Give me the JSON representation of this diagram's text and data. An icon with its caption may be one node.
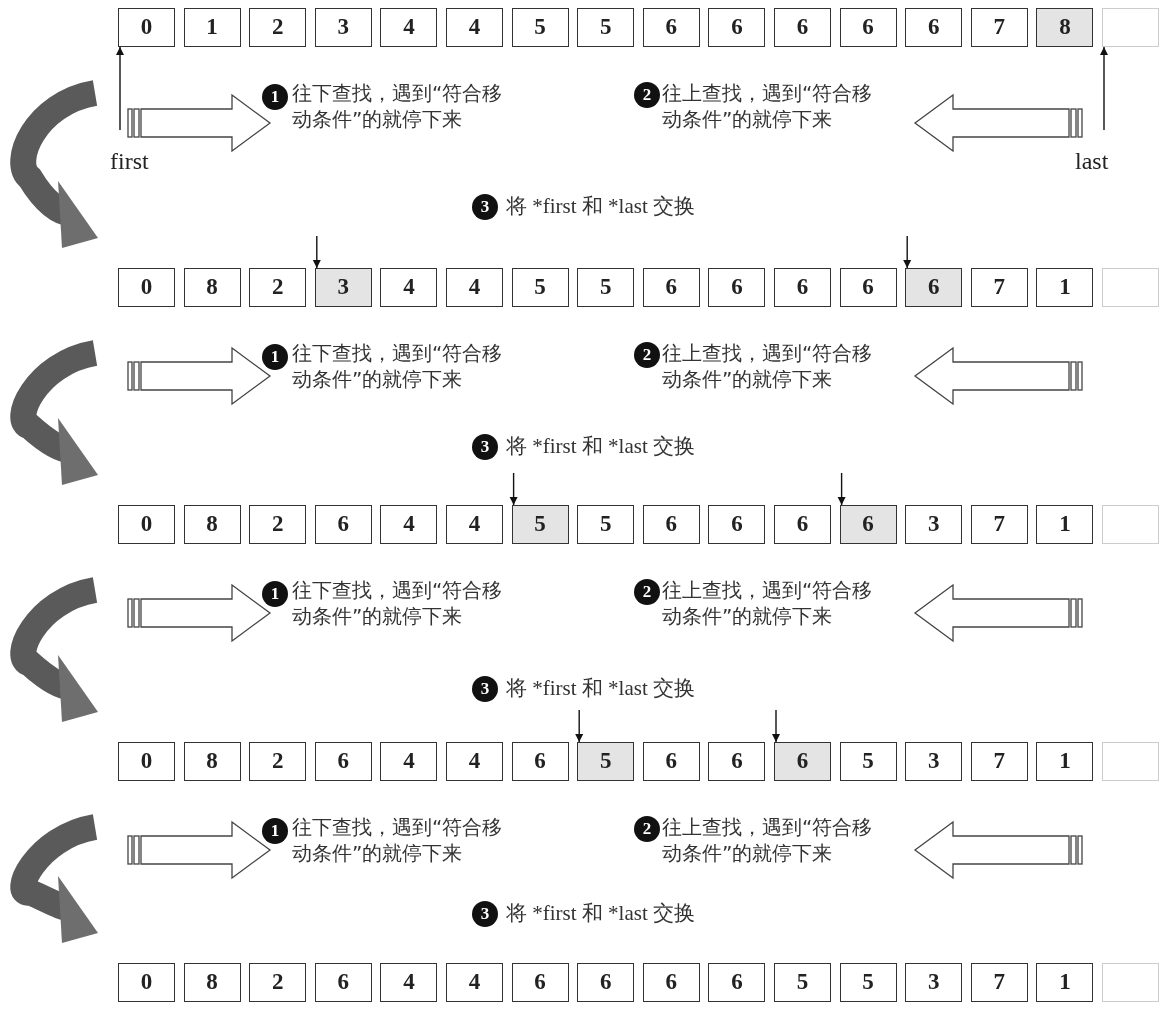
{
  "diagram": {
    "nodes": [
      {
        "text": [
          "0"
        ]
      },
      {
        "text": [
          "1"
        ]
      },
      {
        "text": [
          "2"
        ]
      },
      {
        "text": [
          "3"
        ]
      },
      {
        "text": [
          "4"
        ]
      },
      {
        "text": [
          "4"
        ]
      },
      {
        "text": [
          "5"
        ]
      },
      {
        "text": [
          "5"
        ]
      },
      {
        "text": [
          "6"
        ]
      },
      {
        "text": [
          "6"
        ]
      },
      {
        "text": [
          "6"
        ]
      },
      {
        "text": [
          "6"
        ]
      },
      {
        "text": [
          "6"
        ]
      },
      {
        "text": [
          "7"
        ]
      },
      {
        "text": [
          "8"
        ]
      },
      {
        "text": [],
        "shape": "box"
      },
      {
        "text": [
          "first"
        ]
      },
      {
        "text": [
          "last"
        ]
      },
      {
        "text": [
          "0"
        ]
      },
      {
        "text": [
          "8"
        ]
      },
      {
        "text": [
          "2"
        ]
      },
      {
        "text": [
          "3"
        ]
      },
      {
        "text": [
          "4"
        ]
      },
      {
        "text": [
          "4"
        ]
      },
      {
        "text": [
          "5"
        ]
      },
      {
        "text": [
          "5"
        ]
      },
      {
        "text": [
          "6"
        ]
      },
      {
        "text": [
          "6"
        ]
      },
      {
        "text": [
          "6"
        ]
      },
      {
        "text": [
          "6"
        ]
      },
      {
        "text": [
          "6"
        ]
      },
      {
        "text": [
          "7"
        ]
      },
      {
        "text": [
          "1"
        ]
      },
      {
        "text": [],
        "shape": "box"
      },
      {
        "text": [
          "0"
        ]
      },
      {
        "text": [
          "8"
        ]
      },
      {
        "text": [
          "2"
        ]
      },
      {
        "text": [
          "6"
        ]
      },
      {
        "text": [
          "4"
        ]
      },
      {
        "text": [
          "4"
        ]
      },
      {
        "text": [
          "5"
        ]
      },
      {
        "text": [
          "5"
        ]
      },
      {
        "text": [
          "6"
        ]
      },
      {
        "text": [
          "6"
        ]
      },
      {
        "text": [
          "6"
        ]
      },
      {
        "text": [
          "6"
        ]
      },
      {
        "text": [
          "3"
        ]
      },
      {
        "text": [
          "7"
        ]
      },
      {
        "text": [
          "1"
        ]
      },
      {
        "text": [],
        "shape": "box"
      },
      {
        "text": [
          "0"
        ]
      },
      {
        "text": [
          "8"
        ]
      },
      {
        "text": [
          "2"
        ]
      },
      {
        "text": [
          "6"
        ]
      },
      {
        "text": [
          "4"
        ]
      },
      {
        "text": [
          "4"
        ]
      },
      {
        "text": [
          "6"
        ]
      },
      {
        "text": [
          "5"
        ]
      },
      {
        "text": [
          "6"
        ]
      },
      {
        "text": [
          "6"
        ]
      },
      {
        "text": [
          "6"
        ]
      },
      {
        "text": [
          "5"
        ]
      },
      {
        "text": [
          "3"
        ]
      },
      {
        "text": [
          "7"
        ]
      },
      {
        "text": [
          "1"
        ]
      },
      {
        "text": [],
        "shape": "box"
      },
      {
        "text": [
          "0"
        ]
      },
      {
        "text": [
          "8"
        ]
      },
      {
        "text": [
          "2"
        ]
      },
      {
        "text": [
          "6"
        ]
      },
      {
        "text": [
          "4"
        ]
      },
      {
        "text": [
          "4"
        ]
      },
      {
        "text": [
          "6"
        ]
      },
      {
        "text": [
          "6"
        ]
      },
      {
        "text": [
          "6"
        ]
      },
      {
        "text": [
          "6"
        ]
      },
      {
        "text": [
          "5"
        ]
      },
      {
        "text": [
          "5"
        ]
      },
      {
        "text": [
          "3"
        ]
      },
      {
        "text": [
          "7"
        ]
      },
      {
        "text": [
          "1"
        ]
      },
      {
        "text": [],
        "shape": "box"
      }
    ],
    "edges": [
      {
        "from": 16,
        "to": 0,
        "arrow": "to"
      },
      {
        "from": 17,
        "to": 15,
        "arrow": "to"
      },
      {
        "from": null,
        "to": 21,
        "arrow": "to"
      },
      {
        "from": null,
        "to": 30,
        "arrow": "to"
      },
      {
        "from": null,
        "to": 40,
        "arrow": "to"
      },
      {
        "from": null,
        "to": 45,
        "arrow": "to"
      },
      {
        "from": null,
        "to": 57,
        "arrow": "to"
      },
      {
        "from": null,
        "to": 60,
        "arrow": "to"
      }
    ],
    "labels": [
      "1",
      "往下查找，遇到“符合移动条件”的就停下来",
      "2",
      "往上查找，遇到“符合移动条件”的就停下来",
      "3",
      "将 *first 和 *last 交换",
      "1",
      "往下查找，遇到“符合移动条件”的就停下来",
      "2",
      "往上查找，遇到“符合移动条件”的就停下来",
      "3",
      "将 *first 和 *last 交换",
      "1",
      "往下查找，遇到“符合移动条件”的就停下来",
      "2",
      "往上查找，遇到“符合移动条件”的就停下来",
      "3",
      "将 *first 和 *last 交换",
      "1",
      "往下查找，遇到“符合移动条件”的就停下来",
      "2",
      "往上查找，遇到“符合移动条件”的就停下来",
      "3",
      "将 *first 和 *last 交换"
    ]
  }
}
